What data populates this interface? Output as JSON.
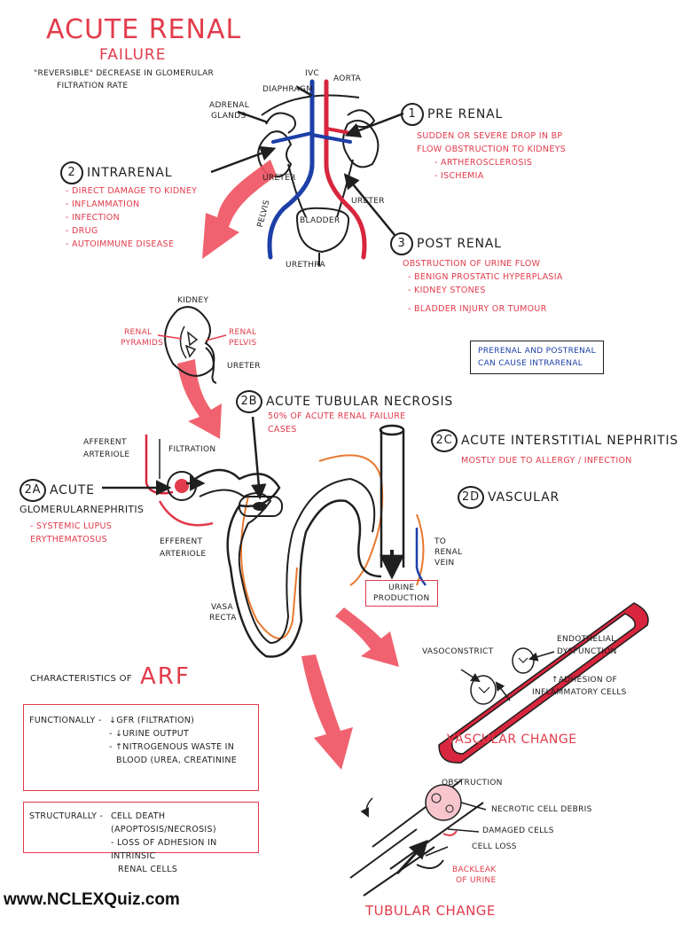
{
  "title": {
    "line1": "ACUTE RENAL",
    "line2": "FAILURE",
    "definition_line1": "\"REVERSIBLE\" DECREASE IN GLOMERULAR",
    "definition_line2": "FILTRATION RATE"
  },
  "anatomy": {
    "ivc": "IVC",
    "aorta": "AORTA",
    "diaphragm": "DIAPHRAGM",
    "adrenal_glands_line1": "ADRENAL",
    "adrenal_glands_line2": "GLANDS",
    "ureter_left": "URETER",
    "ureter_right": "URETER",
    "pelvis": "PELVIS",
    "bladder": "BLADDER",
    "urethra": "URETHRA"
  },
  "prerenal": {
    "number": "1",
    "heading": "PRE RENAL",
    "items": [
      "SUDDEN OR SEVERE DROP IN BP",
      "FLOW OBSTRUCTION TO KIDNEYS",
      "- ARTHEROSCLEROSIS",
      "- ISCHEMIA"
    ]
  },
  "intrarenal": {
    "number": "2",
    "heading": "INTRARENAL",
    "items": [
      "- DIRECT DAMAGE TO KIDNEY",
      "- INFLAMMATION",
      "- INFECTION",
      "- DRUG",
      "- AUTOIMMUNE DISEASE"
    ]
  },
  "postrenal": {
    "number": "3",
    "heading": "POST RENAL",
    "items": [
      "OBSTRUCTION OF URINE FLOW",
      "- BENIGN PROSTATIC HYPERPLASIA",
      "- KIDNEY STONES",
      "- BLADDER INJURY OR TUMOUR"
    ]
  },
  "kidney_detail": {
    "kidney": "KIDNEY",
    "renal_pyramids_line1": "RENAL",
    "renal_pyramids_line2": "PYRAMIDS",
    "renal_pelvis_line1": "RENAL",
    "renal_pelvis_line2": "PELVIS",
    "ureter": "URETER"
  },
  "note_box": {
    "line1": "PRERENAL AND POSTRENAL",
    "line2": "CAN CAUSE INTRARENAL"
  },
  "atn": {
    "number": "2b",
    "heading": "ACUTE TUBULAR NECROSIS",
    "sub_line1": "50% OF ACUTE RENAL FAILURE",
    "sub_line2": "CASES"
  },
  "ain": {
    "number": "2c",
    "heading": "ACUTE INTERSTITIAL NEPHRITIS",
    "sub": "MOSTLY DUE TO ALLERGY / INFECTION"
  },
  "vascular": {
    "number": "2d",
    "heading": "VASCULAR"
  },
  "agn": {
    "number": "2a",
    "heading_line1": "ACUTE",
    "heading_line2": "GLOMERULARNEPHRITIS",
    "sub_line1": "- SYSTEMIC LUPUS",
    "sub_line2": "ERYTHEMATOSUS"
  },
  "nephron": {
    "afferent_line1": "AFFERENT",
    "afferent_line2": "ARTERIOLE",
    "filtration": "FILTRATION",
    "efferent_line1": "EFFERENT",
    "efferent_line2": "ARTERIOLE",
    "vasa_recta_line1": "VASA",
    "vasa_recta_line2": "RECTA",
    "to_renal_vein_line1": "TO",
    "to_renal_vein_line2": "RENAL",
    "to_renal_vein_line3": "VEIN",
    "urine_production_line1": "URINE",
    "urine_production_line2": "PRODUCTION"
  },
  "characteristics": {
    "prefix": "CHARACTERISTICS OF",
    "acronym": "ARF",
    "functionally_label": "FUNCTIONALLY -",
    "functionally_items": [
      "↓GFR (FILTRATION)",
      "- ↓URINE OUTPUT",
      "- ↑NITROGENOUS WASTE IN",
      "BLOOD (UREA, CREATININE"
    ],
    "structurally_label": "STRUCTURALLY -",
    "structurally_items": [
      "CELL DEATH (APOPTOSIS/NECROSIS)",
      "- LOSS OF ADHESION IN INTRINSIC",
      "RENAL CELLS"
    ]
  },
  "vascular_change": {
    "vasoconstrict": "VASOCONSTRICT",
    "endothelial_line1": "ENDOTHELIAL",
    "endothelial_line2": "DYSFUNCTION",
    "adhesion_line1": "↑ADHESION OF",
    "adhesion_line2": "INFLAMMATORY CELLS",
    "caption": "VASCULAR CHANGE"
  },
  "tubular_change": {
    "obstruction": "OBSTRUCTION",
    "necrotic": "NECROTIC CELL DEBRIS",
    "damaged": "DAMAGED CELLS",
    "cell_loss": "CELL LOSS",
    "backleak_line1": "BACKLEAK",
    "backleak_line2": "OF URINE",
    "caption": "TUBULAR CHANGE"
  },
  "watermark": "www.NCLEXQuiz.com",
  "colors": {
    "accent_red": "#e23b4b",
    "arrow_red": "#ef5563",
    "vein_blue": "#1d3fa8",
    "artery_red": "#d7263d",
    "vasa_orange": "#e8782e",
    "ink": "#1f1f1f"
  }
}
